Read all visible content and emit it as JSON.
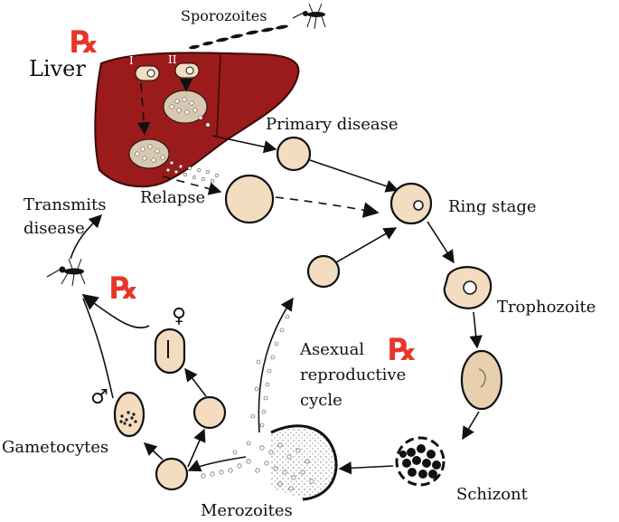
{
  "labels": {
    "sporozoites": "Sporozoites",
    "liver": "Liver",
    "liver_stage_1": "I",
    "liver_stage_2": "II",
    "primary_disease": "Primary disease",
    "relapse": "Relapse",
    "ring_stage": "Ring stage",
    "trophozoite": "Trophozoite",
    "schizont": "Schizont",
    "merozoites": "Merozoites",
    "gametocytes": "Gametocytes",
    "transmits_line1": "Transmits",
    "transmits_line2": "disease",
    "asexual_line1": "Asexual",
    "asexual_line2": "reproductive",
    "asexual_line3": "cycle",
    "female_symbol": "♀",
    "male_symbol": "♂",
    "rx": "℞"
  },
  "colors": {
    "liver": "#9b1b1b",
    "liver_outline": "#3a0a0a",
    "cell_fill": "#f3dcc0",
    "rx_red": "#e8352a",
    "ink": "#111111"
  },
  "icons": [
    "mosquito-icon",
    "rx-symbol-icon",
    "female-symbol-icon",
    "male-symbol-icon"
  ]
}
